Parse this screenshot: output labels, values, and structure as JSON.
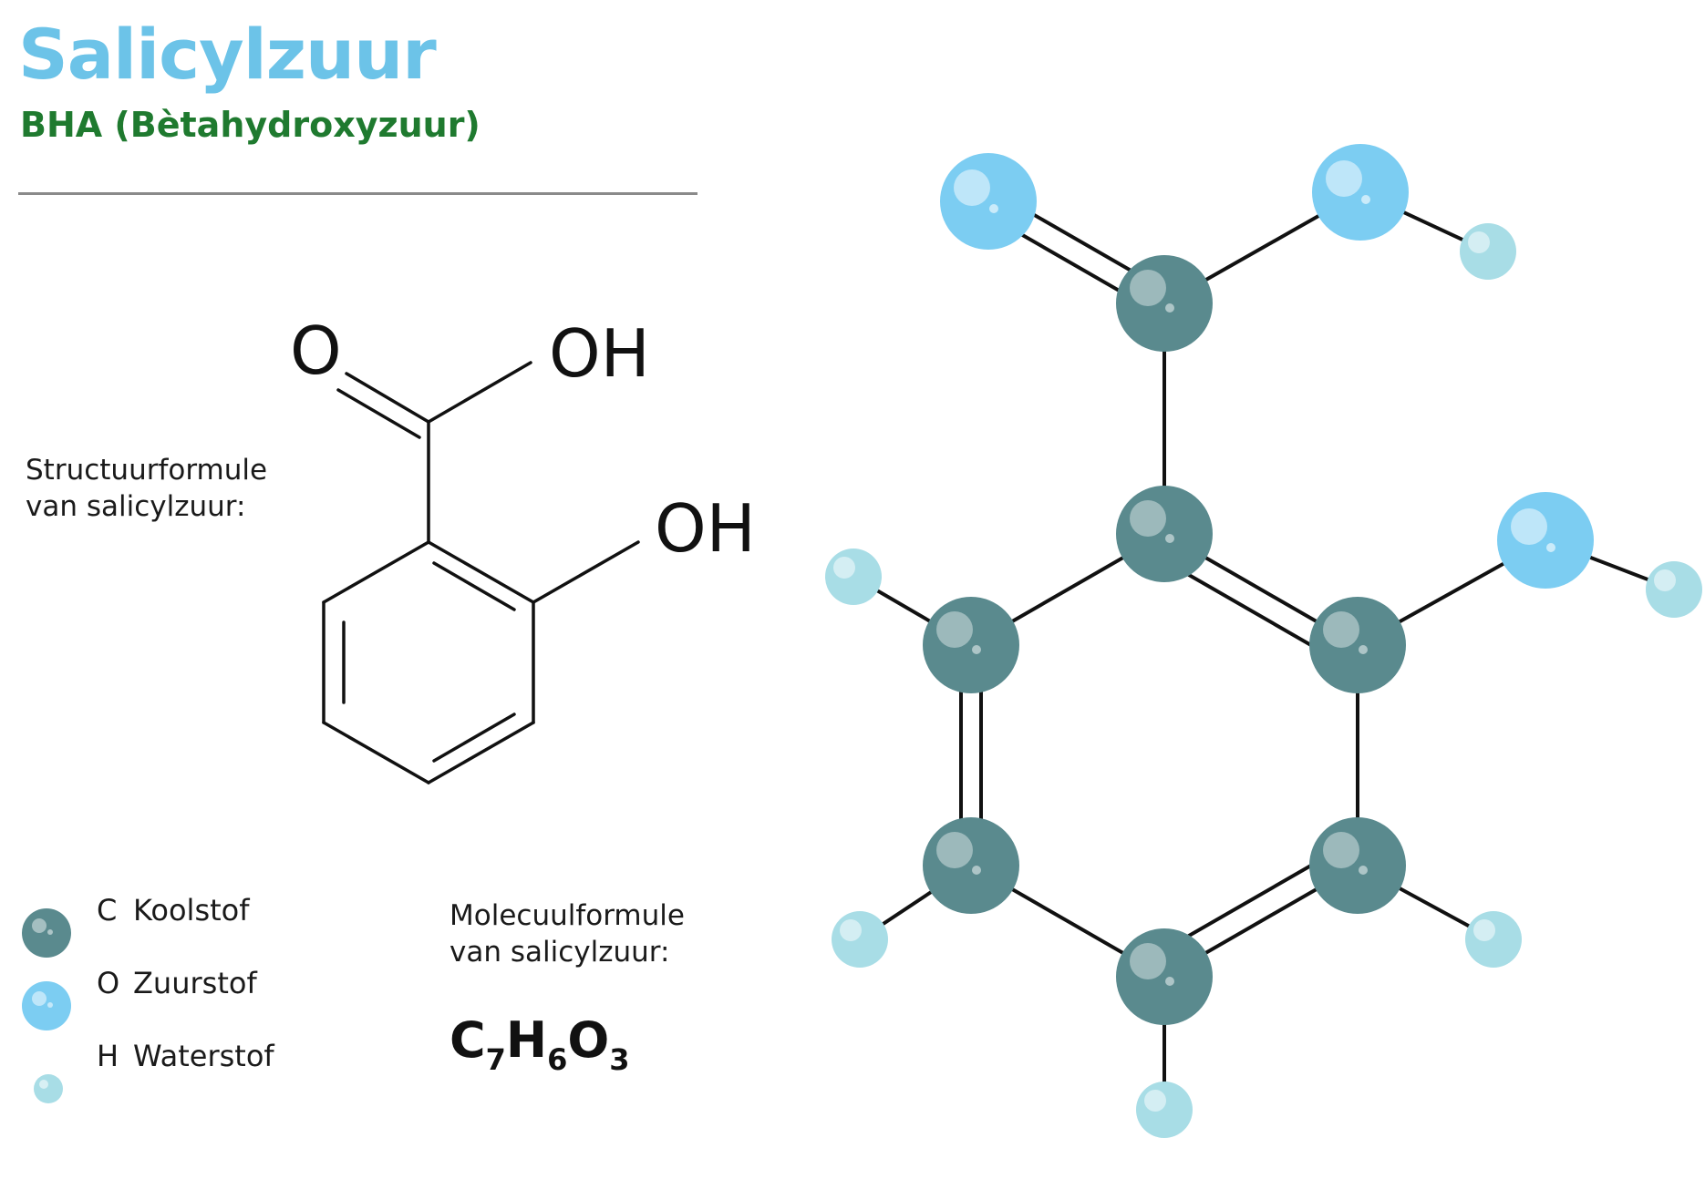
{
  "header": {
    "title": "Salicylzuur",
    "subtitle": "BHA (Bètahydroxyzuur)"
  },
  "structural": {
    "label_lines": [
      "Structuurformule",
      "van salicylzuur:"
    ],
    "atom_labels": {
      "carbonyl_o": "O",
      "acid_oh": "OH",
      "phenol_oh": "OH"
    }
  },
  "molecular": {
    "label_lines": [
      "Molecuulformule",
      "van salicylzuur:"
    ],
    "formula": [
      {
        "symbol": "C",
        "count": "7"
      },
      {
        "symbol": "H",
        "count": "6"
      },
      {
        "symbol": "O",
        "count": "3"
      }
    ]
  },
  "legend": [
    {
      "symbol": "C",
      "name": "Koolstof",
      "color": "#5a8a8e",
      "size": "large"
    },
    {
      "symbol": "O",
      "name": "Zuurstof",
      "color": "#7ccdf2",
      "size": "large"
    },
    {
      "symbol": "H",
      "name": "Waterstof",
      "color": "#a8dde6",
      "size": "small"
    }
  ],
  "colors": {
    "title": "#6cc3e8",
    "subtitle": "#1f7a2f",
    "carbon": "#5a8a8e",
    "oxygen": "#7ccdf2",
    "hydrogen": "#a8dde6",
    "bond": "#111111"
  }
}
